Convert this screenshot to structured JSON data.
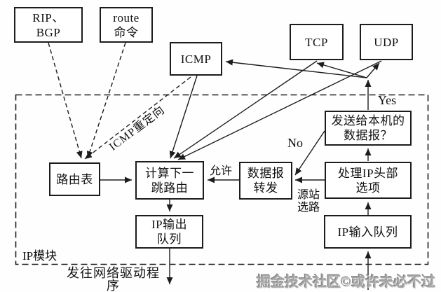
{
  "diagram": {
    "title_context": "IP datagram processing flow inside the IP module",
    "nodes": {
      "rip_bgp": {
        "label": "RIP、\nBGP"
      },
      "route_cmd": {
        "label": "route\n命令"
      },
      "icmp": {
        "label": "ICMP"
      },
      "tcp": {
        "label": "TCP"
      },
      "udp": {
        "label": "UDP"
      },
      "routing_table": {
        "label": "路由表"
      },
      "next_hop": {
        "label": "计算下一\n跳路由"
      },
      "forwarding": {
        "label": "数据报\n转发"
      },
      "to_host": {
        "label": "发送给本机的\n数据报？"
      },
      "process_options": {
        "label": "处理IP头部\n选项"
      },
      "output_queue": {
        "label": "IP输出\n队列"
      },
      "input_queue": {
        "label": "IP输入队列"
      }
    },
    "edge_labels": {
      "icmp_redirect": "ICMP重定向",
      "allow": "允许",
      "yes": "Yes",
      "no": "No",
      "source_routing": "源站\n选路",
      "ip_module": "IP模块",
      "to_driver": "发往网络驱动程序"
    },
    "watermark": "掘金技术社区©或许未必不过",
    "colors": {
      "line": "#1c1c1c",
      "box_background": "#ffffff",
      "watermark_gray": "#a6a6a6"
    }
  }
}
